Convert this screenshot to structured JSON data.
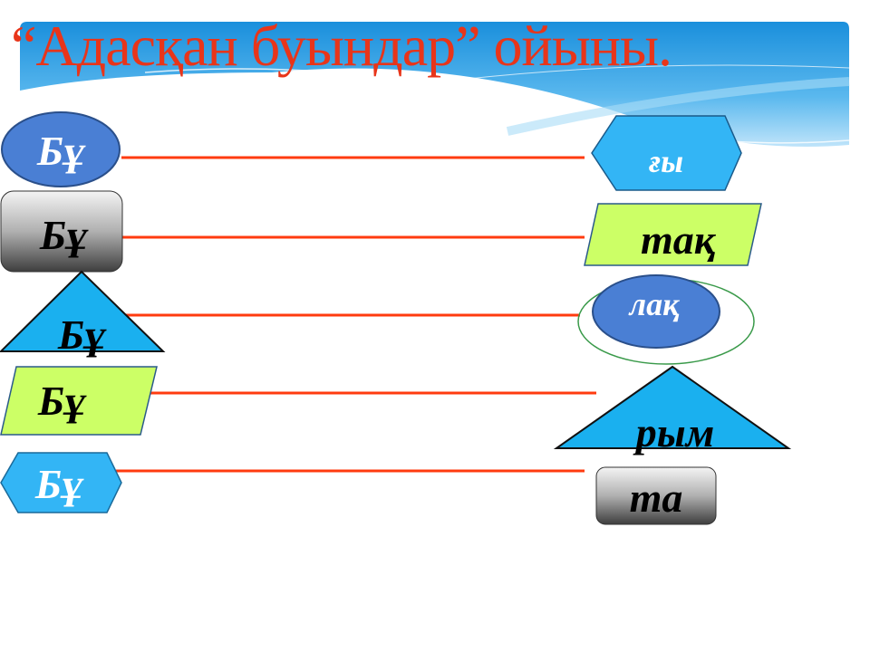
{
  "title": "“Адасқан буындар” ойыны.",
  "left_syllables": [
    "Бұ",
    "Бұ",
    "Бұ",
    "Бұ",
    "Бұ"
  ],
  "right_syllables": [
    "ғы",
    "тақ",
    "лақ",
    "рым",
    "та"
  ],
  "colors": {
    "title": "#e8351a",
    "line": "#ff3b0f",
    "blue": "#4a7fd4",
    "cyan": "#2fb4f2",
    "lime": "#ccff66",
    "gray_top": "#f0f0f0",
    "gray_bottom": "#4a4a4a",
    "green_outline": "#3a9a4a"
  }
}
